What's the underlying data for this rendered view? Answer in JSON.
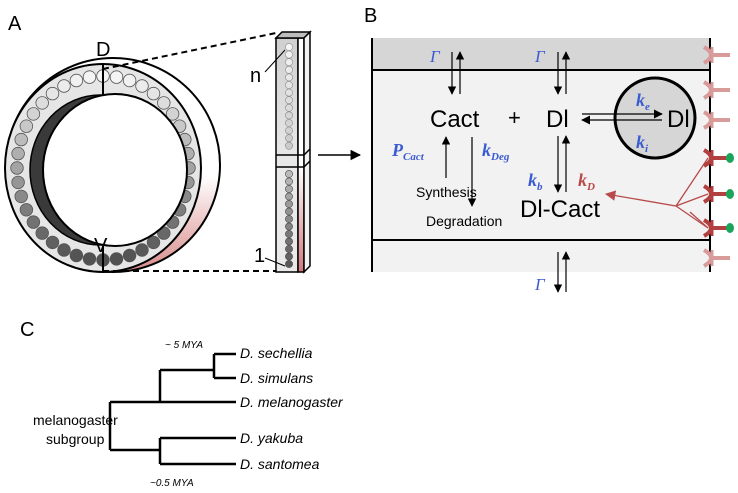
{
  "panelA": {
    "label": "A",
    "dorsal": "D",
    "ventral": "V",
    "nucleus_n": "n",
    "nucleus_1": "1"
  },
  "panelB": {
    "label": "B",
    "gamma": "Γ",
    "cact": "Cact",
    "plus": "+",
    "dl": "Dl",
    "dl_nuc": "Dl",
    "dl_cact": "Dl-Cact",
    "synthesis": "Synthesis",
    "degradation": "Degradation",
    "p_main": "P",
    "p_sub": "Cact",
    "kdeg_main": "k",
    "kdeg_sub": "Deg",
    "kb_main": "k",
    "kb_sub": "b",
    "kd_main": "k",
    "kd_sub": "D",
    "ke_main": "k",
    "ke_sub": "e",
    "ki_main": "k",
    "ki_sub": "i"
  },
  "panelC": {
    "label": "C",
    "group_line1": "melanogaster",
    "group_line2": "subgroup",
    "time_upper": "~ 5 MYA",
    "time_lower": "~0.5 MYA",
    "species": [
      "D. sechellia",
      "D. simulans",
      "D. melanogaster",
      "D. yakuba",
      "D. santomea"
    ]
  },
  "colors": {
    "blue": "#3a5bd1",
    "red": "#b84a4a",
    "receptor": "#b24040",
    "receptor_light": "#d99a9a",
    "ligand": "#1aa65a"
  }
}
